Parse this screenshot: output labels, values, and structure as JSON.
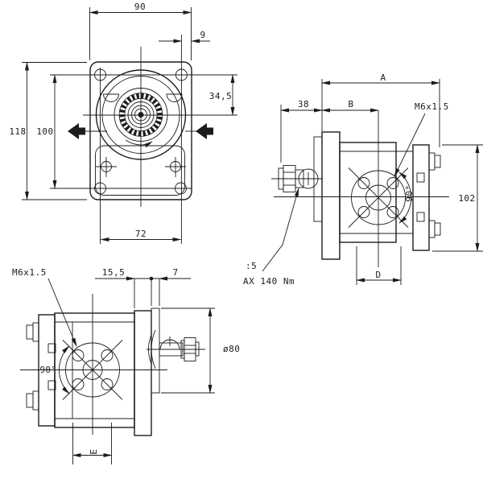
{
  "page": {
    "background": "#ffffff",
    "ink": "#1c1c1c"
  },
  "views": {
    "front": {
      "dim_width_top": "90",
      "dim_bolt_edge": "9",
      "dim_center_offset": "34,5",
      "dim_height_total": "118",
      "dim_bolt_vertical": "100",
      "dim_bolt_bottom": "72"
    },
    "side_right": {
      "dim_length_a": "A",
      "dim_shaft_38": "38",
      "dim_port_b": "B",
      "thread_label": "M6x1.5",
      "dim_height_102": "102",
      "angle_label": "90°",
      "dim_port_d": "D",
      "taper_label": ":5",
      "torque_label": "AX 140 Nm"
    },
    "side_bottom": {
      "thread_label": "M6x1.5",
      "dim_flange_155": "15,5",
      "dim_pilot_7": "7",
      "pilot_dia_label": "ø80",
      "angle_label": "90°",
      "dim_port_e": "E"
    }
  }
}
